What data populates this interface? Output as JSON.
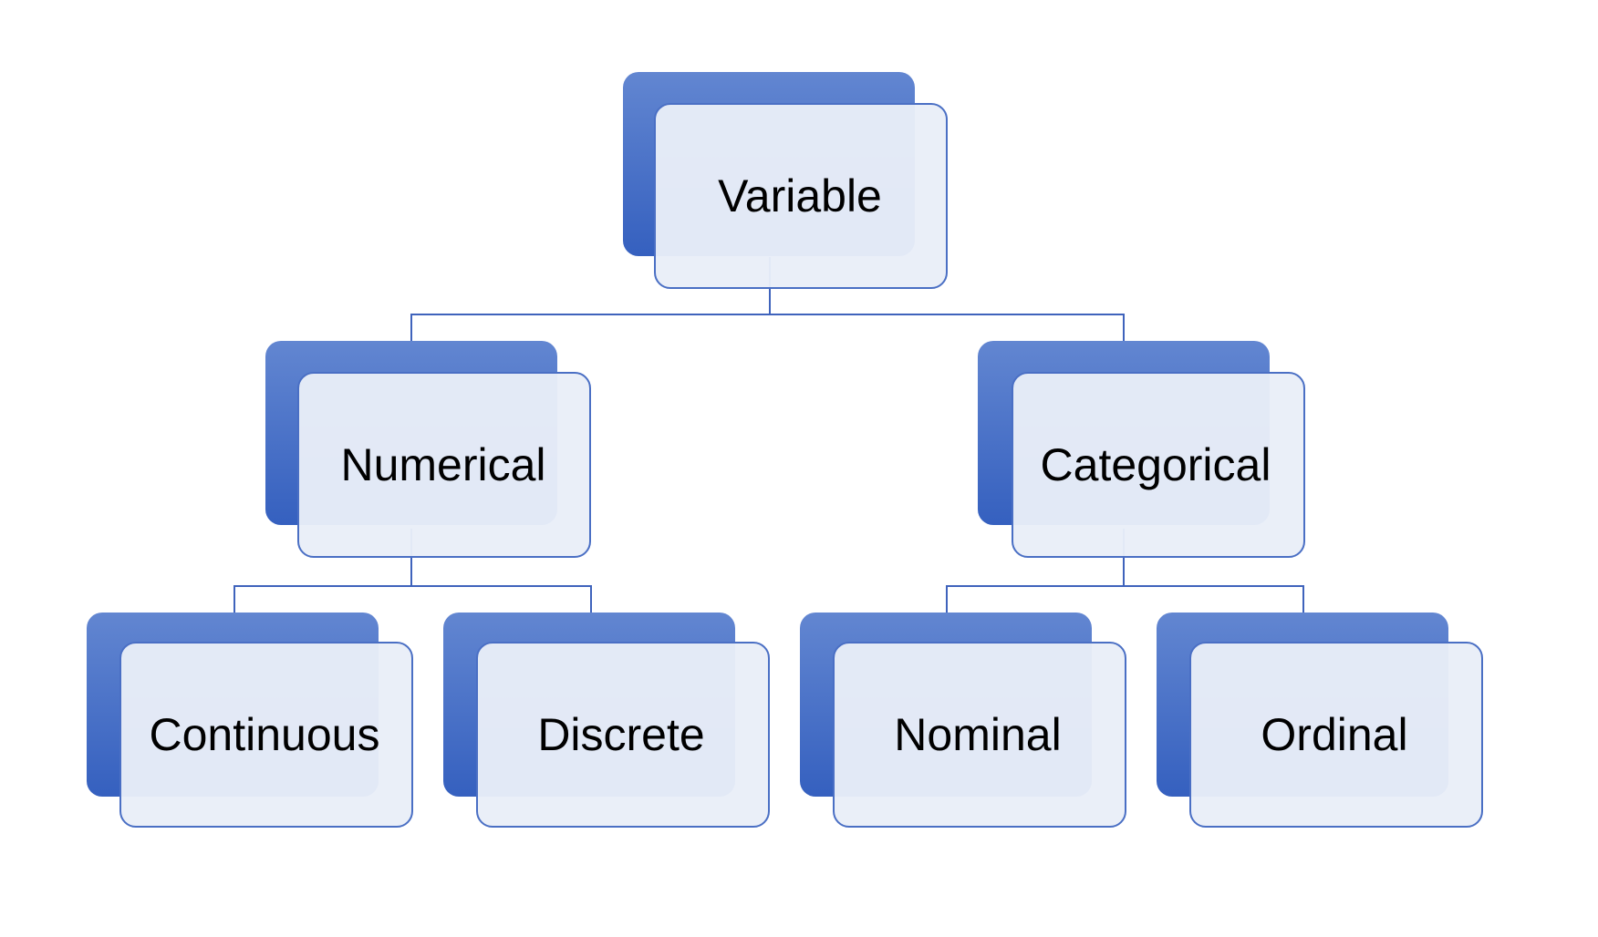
{
  "colors": {
    "back_box_top": "#6286D1",
    "back_box_bottom": "#3560BF",
    "front_box_fill": "#E9EEF8",
    "front_box_stroke": "#4A6FC4",
    "connector": "#3F63BC",
    "background": "#FFFFFF"
  },
  "root": {
    "label": "Variable",
    "children": [
      {
        "label": "Numerical",
        "children": [
          {
            "label": "Continuous"
          },
          {
            "label": "Discrete"
          }
        ]
      },
      {
        "label": "Categorical",
        "children": [
          {
            "label": "Nominal"
          },
          {
            "label": "Ordinal"
          }
        ]
      }
    ]
  }
}
